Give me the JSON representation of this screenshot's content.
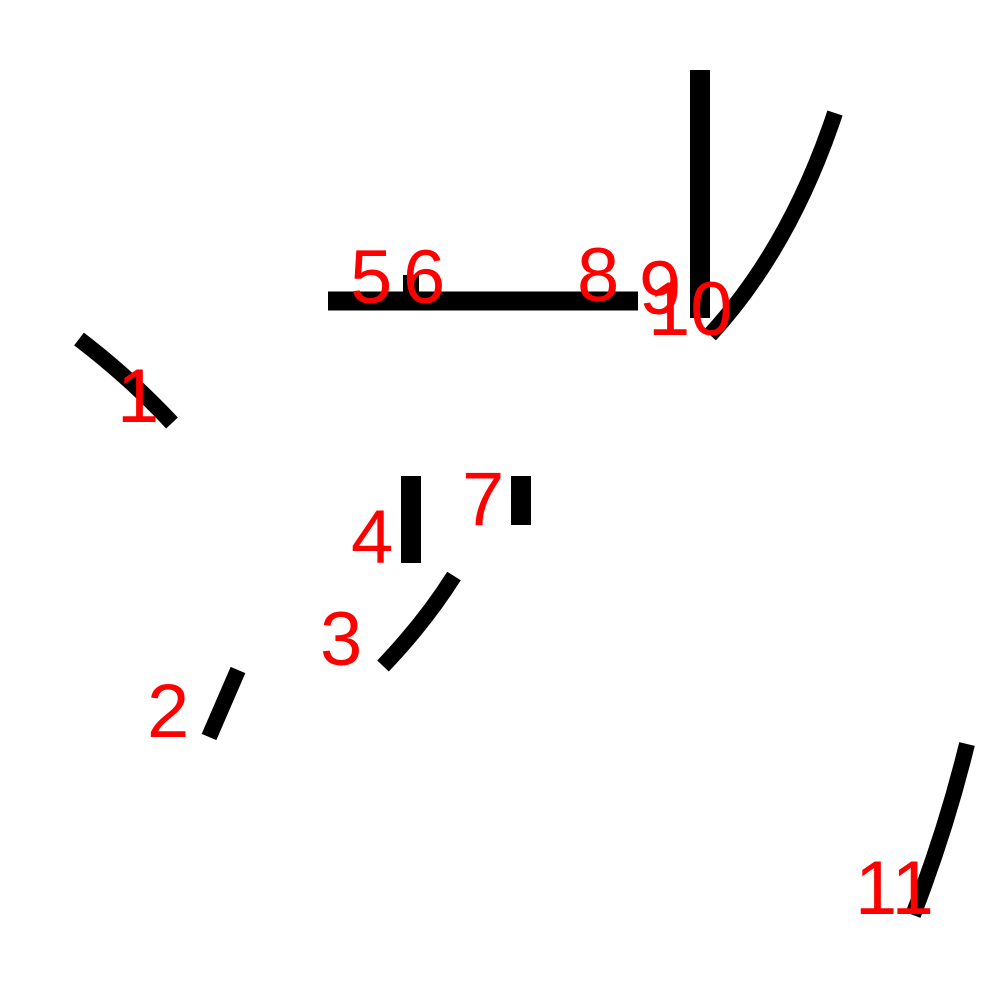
{
  "colors": {
    "background": "#ffffff",
    "stroke": "#000000",
    "label": "#ff0000"
  },
  "labels": {
    "l1": "1",
    "l2": "2",
    "l3": "3",
    "l4": "4",
    "l5": "5",
    "l6": "6",
    "l7": "7",
    "l8": "8",
    "l9": "9",
    "l10": "10",
    "l11": "11"
  }
}
